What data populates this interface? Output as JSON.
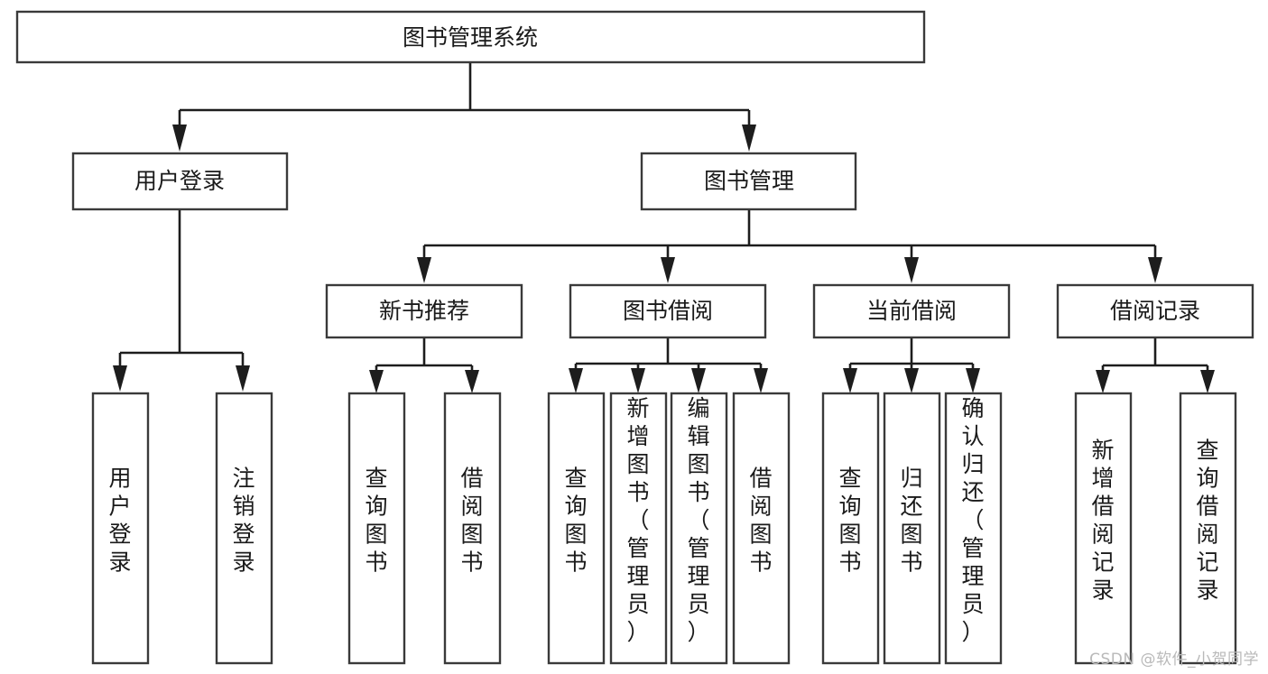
{
  "diagram": {
    "type": "tree-hierarchy",
    "title": "图书管理系统",
    "watermark": "CSDN @软件_小贺同学",
    "colors": {
      "background": "#ffffff",
      "box_stroke": "#3a3a3a",
      "connector": "#1d1d1d",
      "text": "#1a1a1a",
      "watermark": "#b9b9b9"
    },
    "levels": {
      "root": {
        "label": "图书管理系统"
      },
      "level2": [
        {
          "id": "user-login",
          "label": "用户登录"
        },
        {
          "id": "book-management",
          "label": "图书管理"
        }
      ],
      "level3": [
        {
          "id": "new-book-recommend",
          "label": "新书推荐",
          "parent": "book-management"
        },
        {
          "id": "book-borrow",
          "label": "图书借阅",
          "parent": "book-management"
        },
        {
          "id": "current-borrow",
          "label": "当前借阅",
          "parent": "book-management"
        },
        {
          "id": "borrow-record",
          "label": "借阅记录",
          "parent": "book-management"
        }
      ],
      "leaves": [
        {
          "id": "leaf-user-login",
          "label": "用户登录",
          "parent": "user-login"
        },
        {
          "id": "leaf-logout-login",
          "label": "注销登录",
          "parent": "user-login"
        },
        {
          "id": "leaf-query-book-1",
          "label": "查询图书",
          "parent": "new-book-recommend"
        },
        {
          "id": "leaf-borrow-book-1",
          "label": "借阅图书",
          "parent": "new-book-recommend"
        },
        {
          "id": "leaf-query-book-2",
          "label": "查询图书",
          "parent": "book-borrow"
        },
        {
          "id": "leaf-add-book",
          "label": "新增图书（管理员）",
          "parent": "book-borrow"
        },
        {
          "id": "leaf-edit-book",
          "label": "编辑图书（管理员）",
          "parent": "book-borrow"
        },
        {
          "id": "leaf-borrow-book-2",
          "label": "借阅图书",
          "parent": "book-borrow"
        },
        {
          "id": "leaf-query-book-3",
          "label": "查询图书",
          "parent": "current-borrow"
        },
        {
          "id": "leaf-return-book",
          "label": "归还图书",
          "parent": "current-borrow"
        },
        {
          "id": "leaf-confirm-return",
          "label": "确认归还（管理员）",
          "parent": "current-borrow"
        },
        {
          "id": "leaf-add-record",
          "label": "新增借阅记录",
          "parent": "borrow-record"
        },
        {
          "id": "leaf-query-record",
          "label": "查询借阅记录",
          "parent": "borrow-record"
        }
      ]
    }
  }
}
